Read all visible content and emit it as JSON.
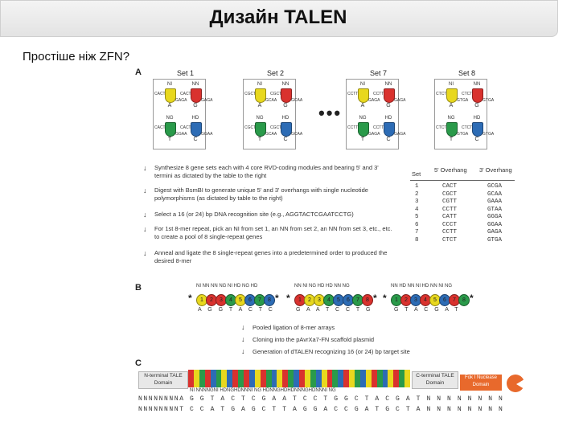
{
  "header": {
    "title": "Дизайн TALEN",
    "subtitle": "Простіше ніж ZFN?"
  },
  "figure": {
    "panels": [
      "A",
      "B",
      "C"
    ],
    "colors": {
      "NI": "#e8d81e",
      "NN": "#d9322e",
      "NG": "#2a9a4a",
      "HD": "#2d6cb5",
      "fok": "#e8692c"
    },
    "sets": [
      {
        "label": "Set 1",
        "ni_l": "CACT",
        "ni_r": "GAGA",
        "nn_l": "CACT",
        "nn_r": "GAGA",
        "ng_l": "CACT",
        "ng_r": "GGAA",
        "hd_l": "CACT",
        "hd_r": "GGAA"
      },
      {
        "label": "Set 2",
        "ni_l": "CGCT",
        "ni_r": "GCAA",
        "nn_l": "CGCT",
        "nn_r": "GCAA",
        "ng_l": "CGCT",
        "ng_r": "GCAA",
        "hd_l": "CGCT",
        "hd_r": "GCAA"
      },
      {
        "label": "Set 7",
        "ni_l": "CCTT",
        "ni_r": "GAGA",
        "nn_l": "CCTT",
        "nn_r": "GAGA",
        "ng_l": "CCTT",
        "ng_r": "GAGA",
        "hd_l": "CCTT",
        "hd_r": "GAGA"
      },
      {
        "label": "Set 8",
        "ni_l": "CTCT",
        "ni_r": "GTGA",
        "nn_l": "CTCT",
        "nn_r": "GTGA",
        "ng_l": "CTCT",
        "ng_r": "GTGA",
        "hd_l": "CTCT",
        "hd_r": "GTGA"
      }
    ],
    "module_labels": {
      "ni": "NI",
      "nn": "NN",
      "ng": "NG",
      "hd": "HD"
    },
    "module_bases": {
      "ni": "A",
      "nn": "G",
      "ng": "T",
      "hd": "C"
    },
    "ellipsis": "•••",
    "steps": [
      "Synthesize 8 gene sets each with 4 core RVD-coding modules and bearing 5' and 3' termini as dictated by the table to the right",
      "Digest with BsmBI to generate  unique 5' and 3' overhangs with single nucleotide polymorphisms (as dictated by table to the right)",
      "Select a 16 (or 24) bp DNA recognition site (e.g., AGGTACTCGAATCCTG)",
      "For 1st 8-mer repeat, pick an NI from set 1, an NN from set 2, an NN from set 3, etc., etc. to create a pool of 8 single-repeat genes",
      "Anneal and ligate the 8 single-repeat genes into a predetermined order to produced the desired 8-mer"
    ],
    "arrow_glyph": "↓",
    "table": {
      "headers": [
        "Set",
        "5' Overhang",
        "3' Overhang"
      ],
      "rows": [
        [
          "1",
          "CACT",
          "GCGA"
        ],
        [
          "2",
          "CGCT",
          "GCAA"
        ],
        [
          "3",
          "CGTT",
          "GAAA"
        ],
        [
          "4",
          "CCTT",
          "GTAA"
        ],
        [
          "5",
          "CATT",
          "GGGA"
        ],
        [
          "6",
          "CCCT",
          "GGAA"
        ],
        [
          "7",
          "CCTT",
          "GAGA"
        ],
        [
          "8",
          "CTCT",
          "GTGA"
        ]
      ]
    },
    "panel_b": {
      "group1_labels": "NI NN NN NG NI HD NG HD",
      "group2_labels": "NN NI NG HD HD NN NG",
      "group3_labels": "NN HD NN NI HD NN NI NG",
      "group1_bases": "A G G T A C T C",
      "group2_bases": "G A A T C C T G",
      "group3_bases": "G T A C G A T",
      "numbers": [
        "1",
        "2",
        "3",
        "4",
        "5",
        "6",
        "7",
        "8"
      ],
      "star": "*",
      "steps": [
        "Pooled ligation of 8-mer arrays",
        "Cloning into the pAvrXa7-FN scaffold plasmid",
        "Generation of dTALEN recognizing 16 (or 24) bp target site"
      ]
    },
    "panel_c": {
      "n_terminal": "N-terminal TALE Domain",
      "c_terminal": "C-terminal TALE Domain",
      "rvd_row": "NI NNNNGNI HDNGHDNNNI NG HDNNGHDHDNNNGHDNNNI NG",
      "seq_top": "NNNNNNNNA G G T A C T C G A A T C C T G G C T A C G A T N N N N N N N N",
      "seq_bottom": "NNNNNNNNT C C A T G A G C T T A G G A C C G A T G C T A N N N N N N N N",
      "fok": "Fok I Nuclease Domain"
    }
  }
}
